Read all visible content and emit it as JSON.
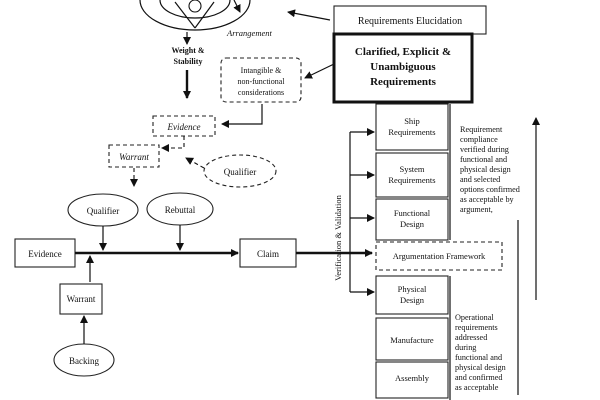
{
  "nodes": {
    "arrangement": "Arrangement",
    "weight_stability": [
      "Weight &",
      "Stability"
    ],
    "intangible": [
      "Intangible &",
      "non-functional",
      "considerations"
    ],
    "req_elucidation": "Requirements Elucidation",
    "clarified": [
      "Clarified, Explicit &",
      "Unambiguous",
      "Requirements"
    ],
    "evidence_top": "Evidence",
    "warrant_top": "Warrant",
    "qualifier_right": "Qualifier",
    "qualifier_left": "Qualifier",
    "rebuttal": "Rebuttal",
    "evidence_left": "Evidence",
    "claim": "Claim",
    "warrant_left": "Warrant",
    "backing": "Backing",
    "verification": "Verification & Validation",
    "ship_req": [
      "Ship",
      "Requirements"
    ],
    "system_req": [
      "System",
      "Requirements"
    ],
    "functional_design": [
      "Functional",
      "Design"
    ],
    "argumentation": "Argumentation Framework",
    "physical_design": [
      "Physical",
      "Design"
    ],
    "manufacture": "Manufacture",
    "assembly": "Assembly"
  },
  "notes": {
    "upper": [
      "Requirement",
      "compliance",
      "verified during",
      "functional and",
      "physical design",
      "and selected",
      "options confirmed",
      "as acceptable by",
      "argument,"
    ],
    "lower": [
      "Operational",
      "requirements",
      "addressed",
      "during",
      "functional and",
      "physical design",
      "and confirmed",
      "as acceptable"
    ]
  }
}
